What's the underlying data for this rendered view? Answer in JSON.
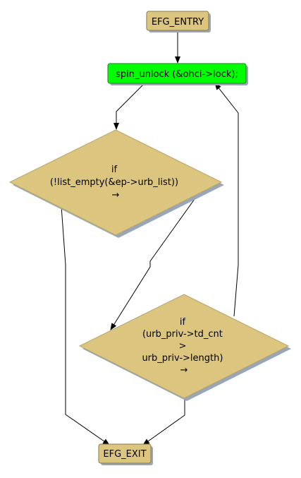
{
  "nodes": {
    "entry": {
      "label": "EFG_ENTRY"
    },
    "unlock": {
      "label": "spin_unlock (&ohci->lock);"
    },
    "cond1": {
      "lines": [
        "if",
        "(!list_empty(&ep->urb_list))",
        "→"
      ]
    },
    "cond2": {
      "lines": [
        "if",
        "(urb_priv->td_cnt",
        ">",
        "urb_priv->length)",
        "→"
      ]
    },
    "exit": {
      "label": "EFG_EXIT"
    }
  },
  "colors": {
    "node_fill": "#dbc57f",
    "node_stroke": "#8a7a4a",
    "highlight_fill": "#00ff00",
    "shadow": "#9aa6b8",
    "edge": "#000000"
  }
}
